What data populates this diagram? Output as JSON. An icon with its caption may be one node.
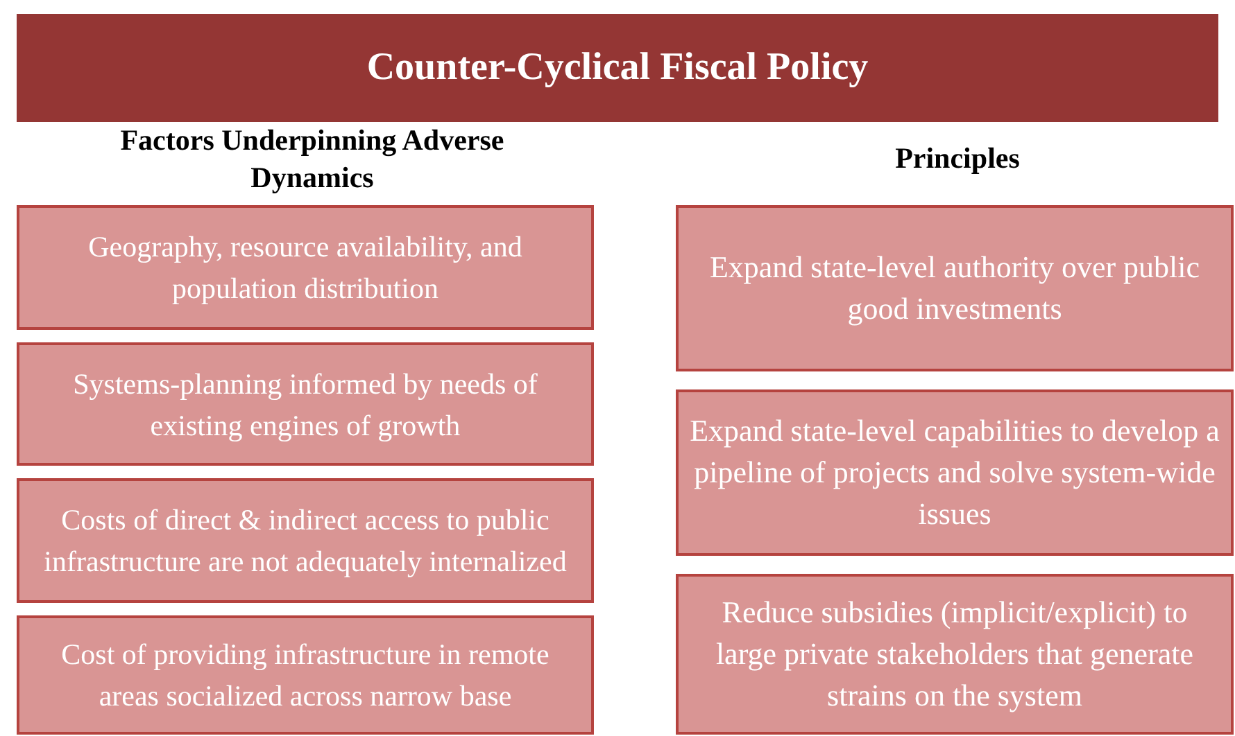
{
  "diagram": {
    "title": "Counter-Cyclical Fiscal Policy",
    "nodes": [
      {
        "text": [
          "Geography, resource availability, and population distribution"
        ]
      },
      {
        "text": [
          "Systems-planning informed by needs of existing engines of growth"
        ]
      },
      {
        "text": [
          "Costs of direct & indirect access to public infrastructure are not adequately internalized"
        ]
      },
      {
        "text": [
          "Cost of providing infrastructure in remote areas socialized across narrow base"
        ]
      },
      {
        "text": [
          "Expand state-level authority over public good investments"
        ]
      },
      {
        "text": [
          "Expand state-level capabilities to develop a pipeline of projects and solve system-wide issues"
        ]
      },
      {
        "text": [
          "Reduce subsidies (implicit/explicit) to large private stakeholders that generate strains on the system"
        ]
      }
    ],
    "labels": [
      "Factors Underpinning Adverse Dynamics",
      "Principles"
    ]
  }
}
